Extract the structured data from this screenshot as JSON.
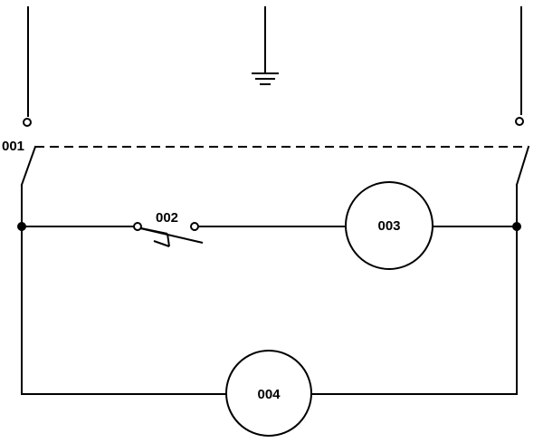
{
  "labels": {
    "main_switch": "001",
    "contact": "002",
    "device_upper": "003",
    "device_lower": "004"
  }
}
